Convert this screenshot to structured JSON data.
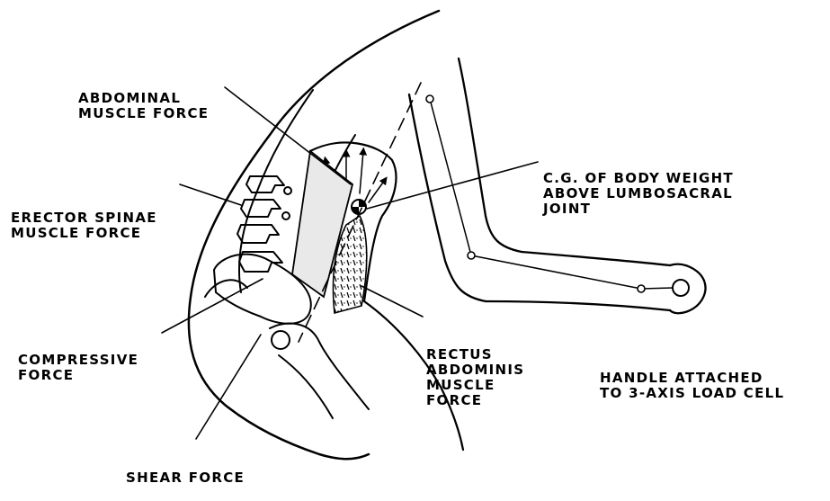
{
  "labels": {
    "abdominal_muscle_force": [
      "ABDOMINAL",
      "MUSCLE FORCE"
    ],
    "erector_spinae_muscle_force": [
      "ERECTOR SPINAE",
      "MUSCLE FORCE"
    ],
    "cg_body_weight": [
      "C.G. OF BODY WEIGHT",
      "ABOVE LUMBOSACRAL",
      "JOINT"
    ],
    "compressive_force": [
      "COMPRESSIVE",
      "FORCE"
    ],
    "rectus_abdominis_muscle_force": [
      "RECTUS",
      "ABDOMINIS",
      "MUSCLE",
      "FORCE"
    ],
    "handle_load_cell": [
      "HANDLE ATTACHED",
      "TO 3-AXIS LOAD CELL"
    ],
    "shear_force": [
      "SHEAR FORCE"
    ]
  },
  "colors": {
    "ink": "#000000",
    "background": "#ffffff",
    "muscle_fill": "#d8d8d8"
  }
}
